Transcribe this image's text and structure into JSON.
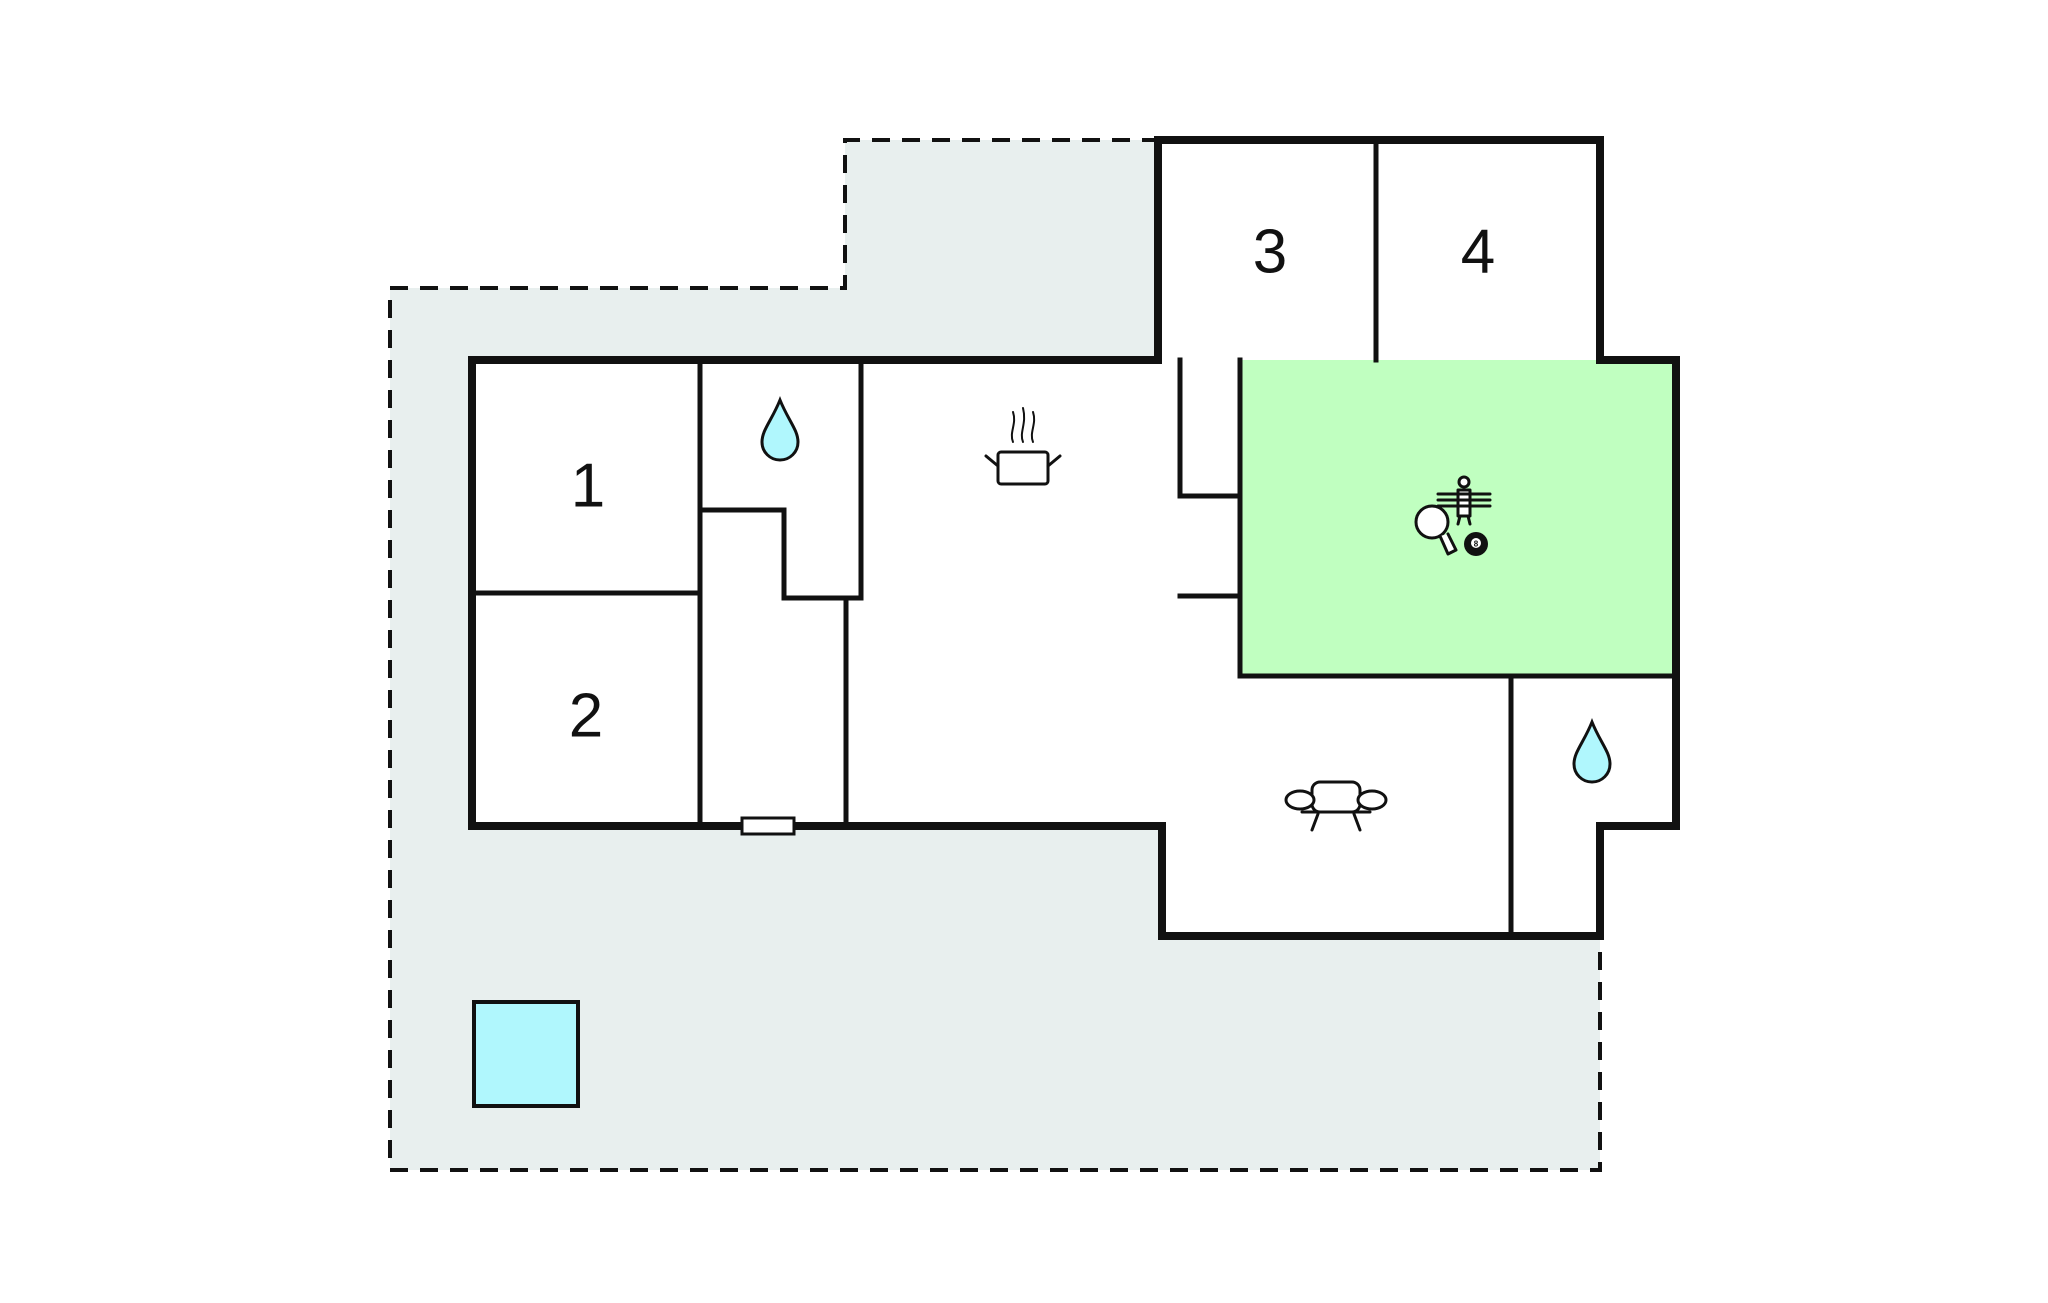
{
  "rooms": {
    "bedroom_1": {
      "label": "1"
    },
    "bedroom_2": {
      "label": "2"
    },
    "bedroom_3": {
      "label": "3"
    },
    "bedroom_4": {
      "label": "4"
    }
  },
  "icons": {
    "bathroom_top": "water-drop-icon",
    "bathroom_right": "water-drop-icon",
    "kitchen": "cooking-pot-icon",
    "living_room": "sofa-icon",
    "activity_room": [
      "table-football-icon",
      "table-tennis-icon",
      "billiard-ball-icon"
    ],
    "pool": "pool-icon"
  },
  "billiard_ball": {
    "number": "8"
  },
  "colors": {
    "terrace": "#e8efee",
    "activity_room": "#c0ffc0",
    "pool": "#b0f7fd",
    "walls": "#111111",
    "water_drop": "#b0f7fd"
  }
}
